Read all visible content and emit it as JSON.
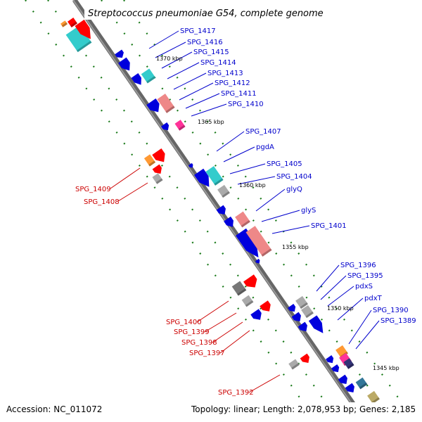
{
  "title": "Streptococcus pneumoniae G54, complete genome",
  "footer": {
    "accession": "Accession: NC_011072",
    "summary": "Topology: linear; Length: 2,078,953 bp; Genes: 2,185"
  },
  "scale_labels": [
    "1370 kbp",
    "1365 kbp",
    "1360 kbp",
    "1355 kbp",
    "1350 kbp",
    "1345 kbp"
  ],
  "genes_right": [
    "SPG_1417",
    "SPG_1416",
    "SPG_1415",
    "SPG_1414",
    "SPG_1413",
    "SPG_1412",
    "SPG_1411",
    "SPG_1410",
    "SPG_1407",
    "pgdA",
    "SPG_1405",
    "SPG_1404",
    "glyQ",
    "glyS",
    "SPG_1401",
    "SPG_1396",
    "SPG_1395",
    "pdxS",
    "pdxT",
    "SPG_1390",
    "SPG_1389"
  ],
  "genes_left": [
    "SPG_1409",
    "SPG_1408",
    "SPG_1400",
    "SPG_1399",
    "SPG_1398",
    "SPG_1397",
    "SPG_1392"
  ],
  "colors": {
    "forward_label": "#0000cc",
    "reverse_label": "#cc0000",
    "backbone": "#888888",
    "tick": "#1a7a1a",
    "blue_gene": "#0000dd",
    "red_gene": "#ff0000",
    "cyan_gene": "#33cccc",
    "pink_gene": "#ee8888",
    "grey_gene": "#aaaaaa"
  }
}
